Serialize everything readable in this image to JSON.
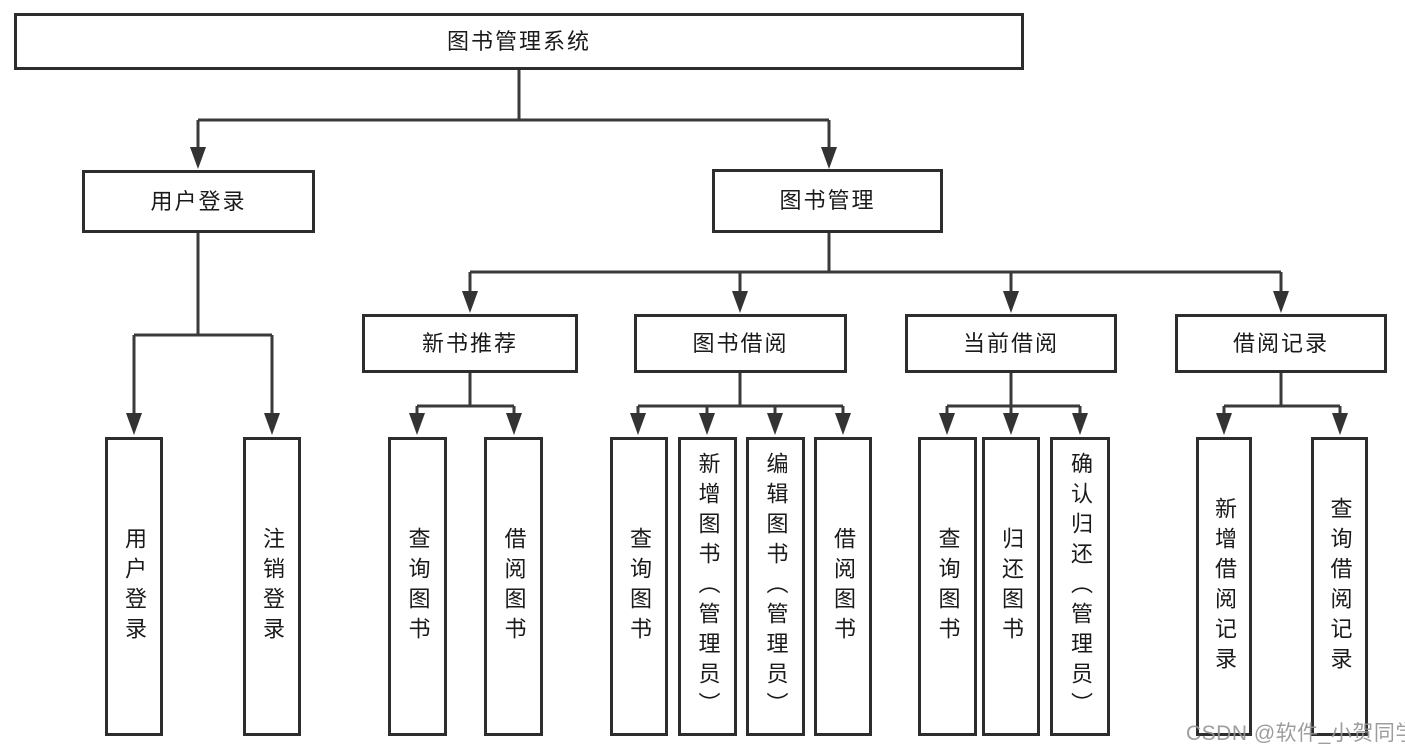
{
  "diagram_type": "hierarchy",
  "tree": {
    "label": "图书管理系统",
    "children": [
      {
        "label": "用户登录",
        "children": [
          {
            "label": "用户登录"
          },
          {
            "label": "注销登录"
          }
        ]
      },
      {
        "label": "图书管理",
        "children": [
          {
            "label": "新书推荐",
            "children": [
              {
                "label": "查询图书"
              },
              {
                "label": "借阅图书"
              }
            ]
          },
          {
            "label": "图书借阅",
            "children": [
              {
                "label": "查询图书"
              },
              {
                "label": "新增图书（管理员）"
              },
              {
                "label": "编辑图书（管理员）"
              },
              {
                "label": "借阅图书"
              }
            ]
          },
          {
            "label": "当前借阅",
            "children": [
              {
                "label": "查询图书"
              },
              {
                "label": "归还图书"
              },
              {
                "label": "确认归还（管理员）"
              }
            ]
          },
          {
            "label": "借阅记录",
            "children": [
              {
                "label": "新增借阅记录"
              },
              {
                "label": "查询借阅记录"
              }
            ]
          }
        ]
      }
    ]
  },
  "watermark": "CSDN @软件_小贺同学",
  "colors": {
    "line": "#3a3a3a",
    "border": "#2d2d2d",
    "text": "#1a1a1a",
    "watermark": "#969696",
    "background": "#ffffff"
  }
}
